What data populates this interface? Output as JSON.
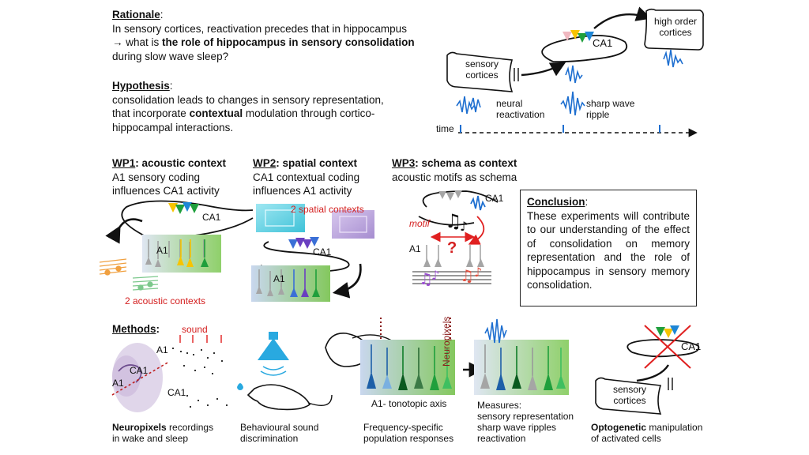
{
  "rationale": {
    "heading": "Rationale",
    "line1": "In sensory cortices, reactivation precedes that in hippocampus",
    "line2_pre": "→ what is ",
    "line2_bold": "the role of hippocampus in sensory consolidation",
    "line3": "during slow wave sleep?"
  },
  "hypothesis": {
    "heading": "Hypothesis",
    "line1": "consolidation leads to changes in sensory representation,",
    "line2_pre": "that incorporate ",
    "line2_bold": "contextual",
    "line2_post": " modulation through cortico-",
    "line3": "hippocampal interactions."
  },
  "top_diagram": {
    "sensory": "sensory cortices",
    "ca1": "CA1",
    "high_order": "high order cortices",
    "neural_reactivation": "neural reactivation",
    "sharp_wave_ripple": "sharp wave ripple",
    "time": "time"
  },
  "wp1": {
    "label": "WP1",
    "title": ": acoustic context",
    "line1": "A1 sensory coding",
    "line2": "influences CA1 activity",
    "ca1": "CA1",
    "a1": "A1",
    "contexts": "2 acoustic contexts"
  },
  "wp2": {
    "label": "WP2",
    "title": ": spatial context",
    "line1": "CA1 contextual coding",
    "line2": "influences A1 activity",
    "ca1": "CA1",
    "a1": "A1",
    "contexts": "2 spatial contexts"
  },
  "wp3": {
    "label": "WP3",
    "title": ": schema as context",
    "line1": "acoustic motifs as schema",
    "ca1": "CA1",
    "a1": "A1",
    "motif": "motif",
    "question": "?"
  },
  "conclusion": {
    "heading": "Conclusion",
    "colon": ":",
    "body": "These experiments will contribute to our understanding of the effect of consolidation on memory representation and the role of hippocampus in sensory memory consolidation."
  },
  "methods": {
    "heading": "Methods",
    "colon": ":",
    "sound": "sound",
    "ca1_slice": "CA1",
    "a1_slice": "A1",
    "a1_raster": "A1",
    "ca1_raster": "CA1",
    "m1_bold": "Neuropixels",
    "m1_rest": " recordings",
    "m1_line2": "in wake and sleep",
    "m2_line1": "Behavioural sound",
    "m2_line2": "discrimination",
    "neuropixels": "Neuropixels",
    "tonotopic": "A1- tonotopic axis",
    "m3_line1": "Frequency-specific",
    "m3_line2": "population responses",
    "measures_title": "Measures:",
    "measures_1": "sensory representation",
    "measures_2": "sharp wave ripples",
    "measures_3": "reactivation",
    "opto_ca1": "CA1",
    "opto_sensory": "sensory cortices",
    "m5_bold": "Optogenetic",
    "m5_rest": " manipulation",
    "m5_line2": "of activated cells"
  }
}
